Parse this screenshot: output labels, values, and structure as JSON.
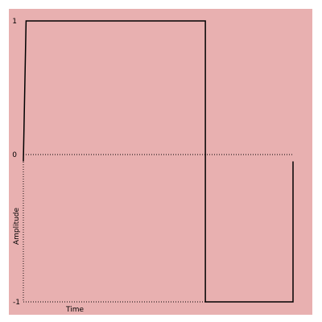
{
  "chart_data": {
    "type": "line",
    "title": "",
    "xlabel": "Time",
    "ylabel": "Amplitude",
    "ylim": [
      -1,
      1
    ],
    "yticks": [
      1,
      0,
      -1
    ],
    "ytick_labels": [
      "1",
      "0",
      "-1"
    ],
    "grid": false,
    "legend": "none",
    "background_color": "#e8b0b0",
    "line_color": "#000000",
    "series": [
      {
        "x": [
          0,
          0.01,
          0.675,
          0.675,
          1.0,
          1.0
        ],
        "values": [
          0,
          1,
          1,
          -1,
          -1,
          0
        ]
      }
    ]
  }
}
